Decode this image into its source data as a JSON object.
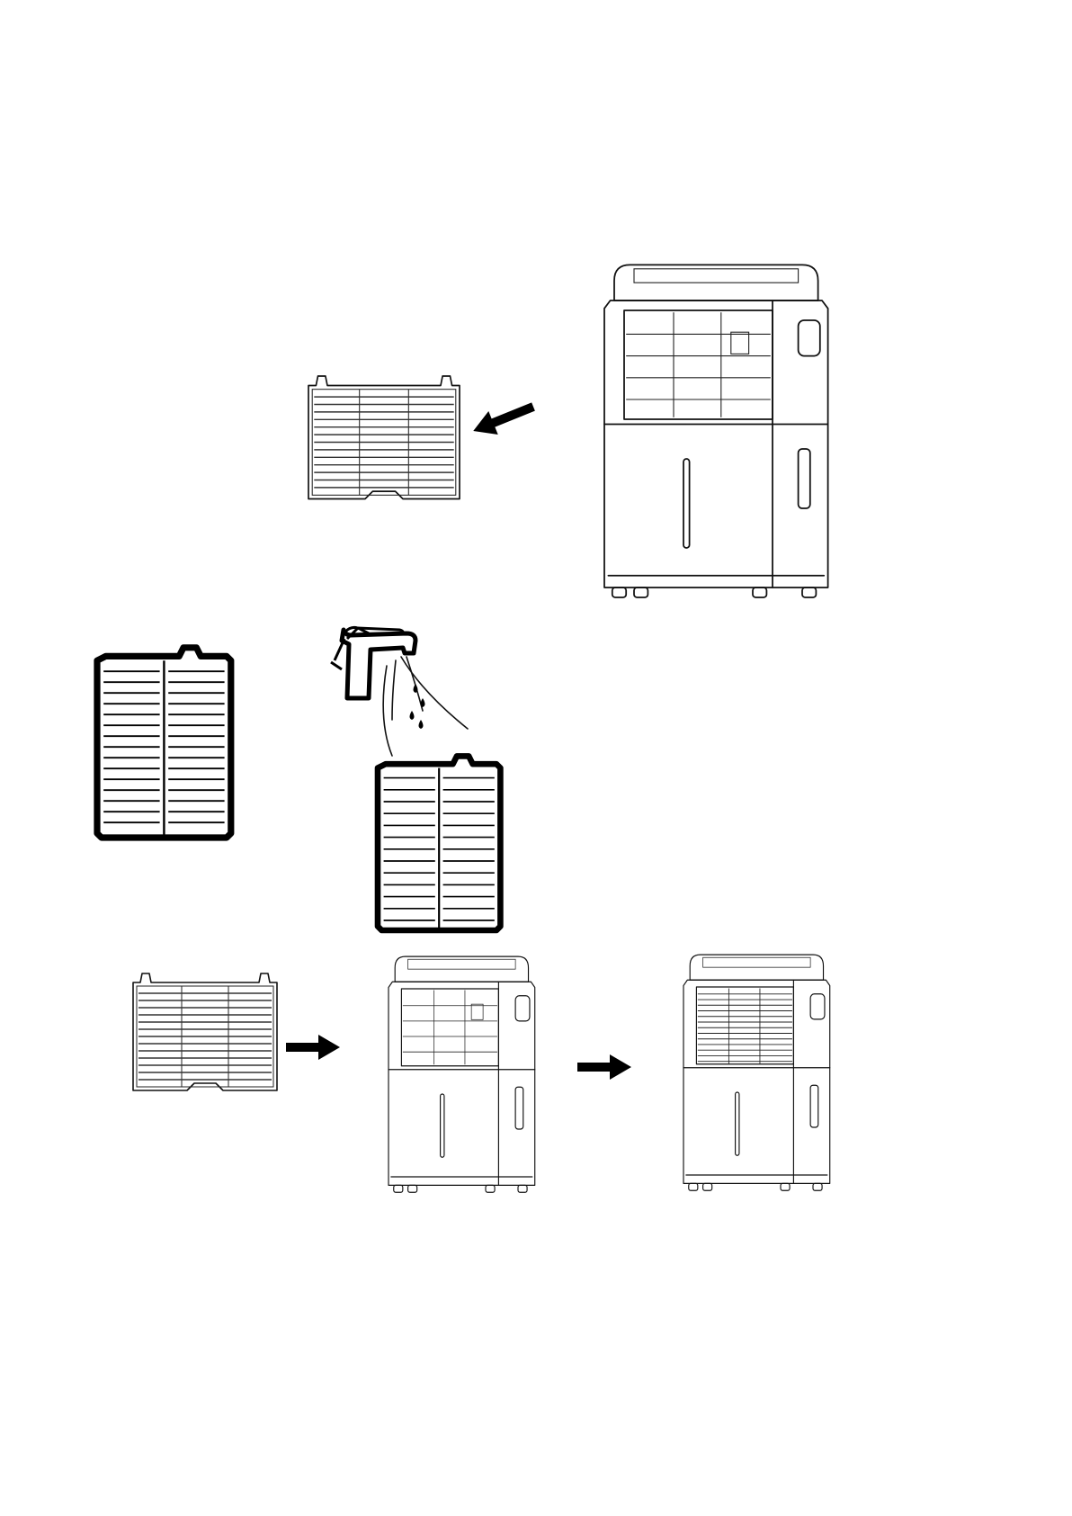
{
  "diagram": {
    "steps": [
      {
        "id": "remove-filter"
      },
      {
        "id": "wash-filter"
      },
      {
        "id": "reinstall-filter"
      }
    ],
    "colors": {
      "line": "#111111",
      "background": "#ffffff",
      "arrow": "#000000"
    },
    "icons": [
      "arrow-icon",
      "faucet-icon",
      "water-drop-icon",
      "filter-mesh-icon",
      "filter-grille-icon",
      "dehumidifier-icon"
    ]
  }
}
